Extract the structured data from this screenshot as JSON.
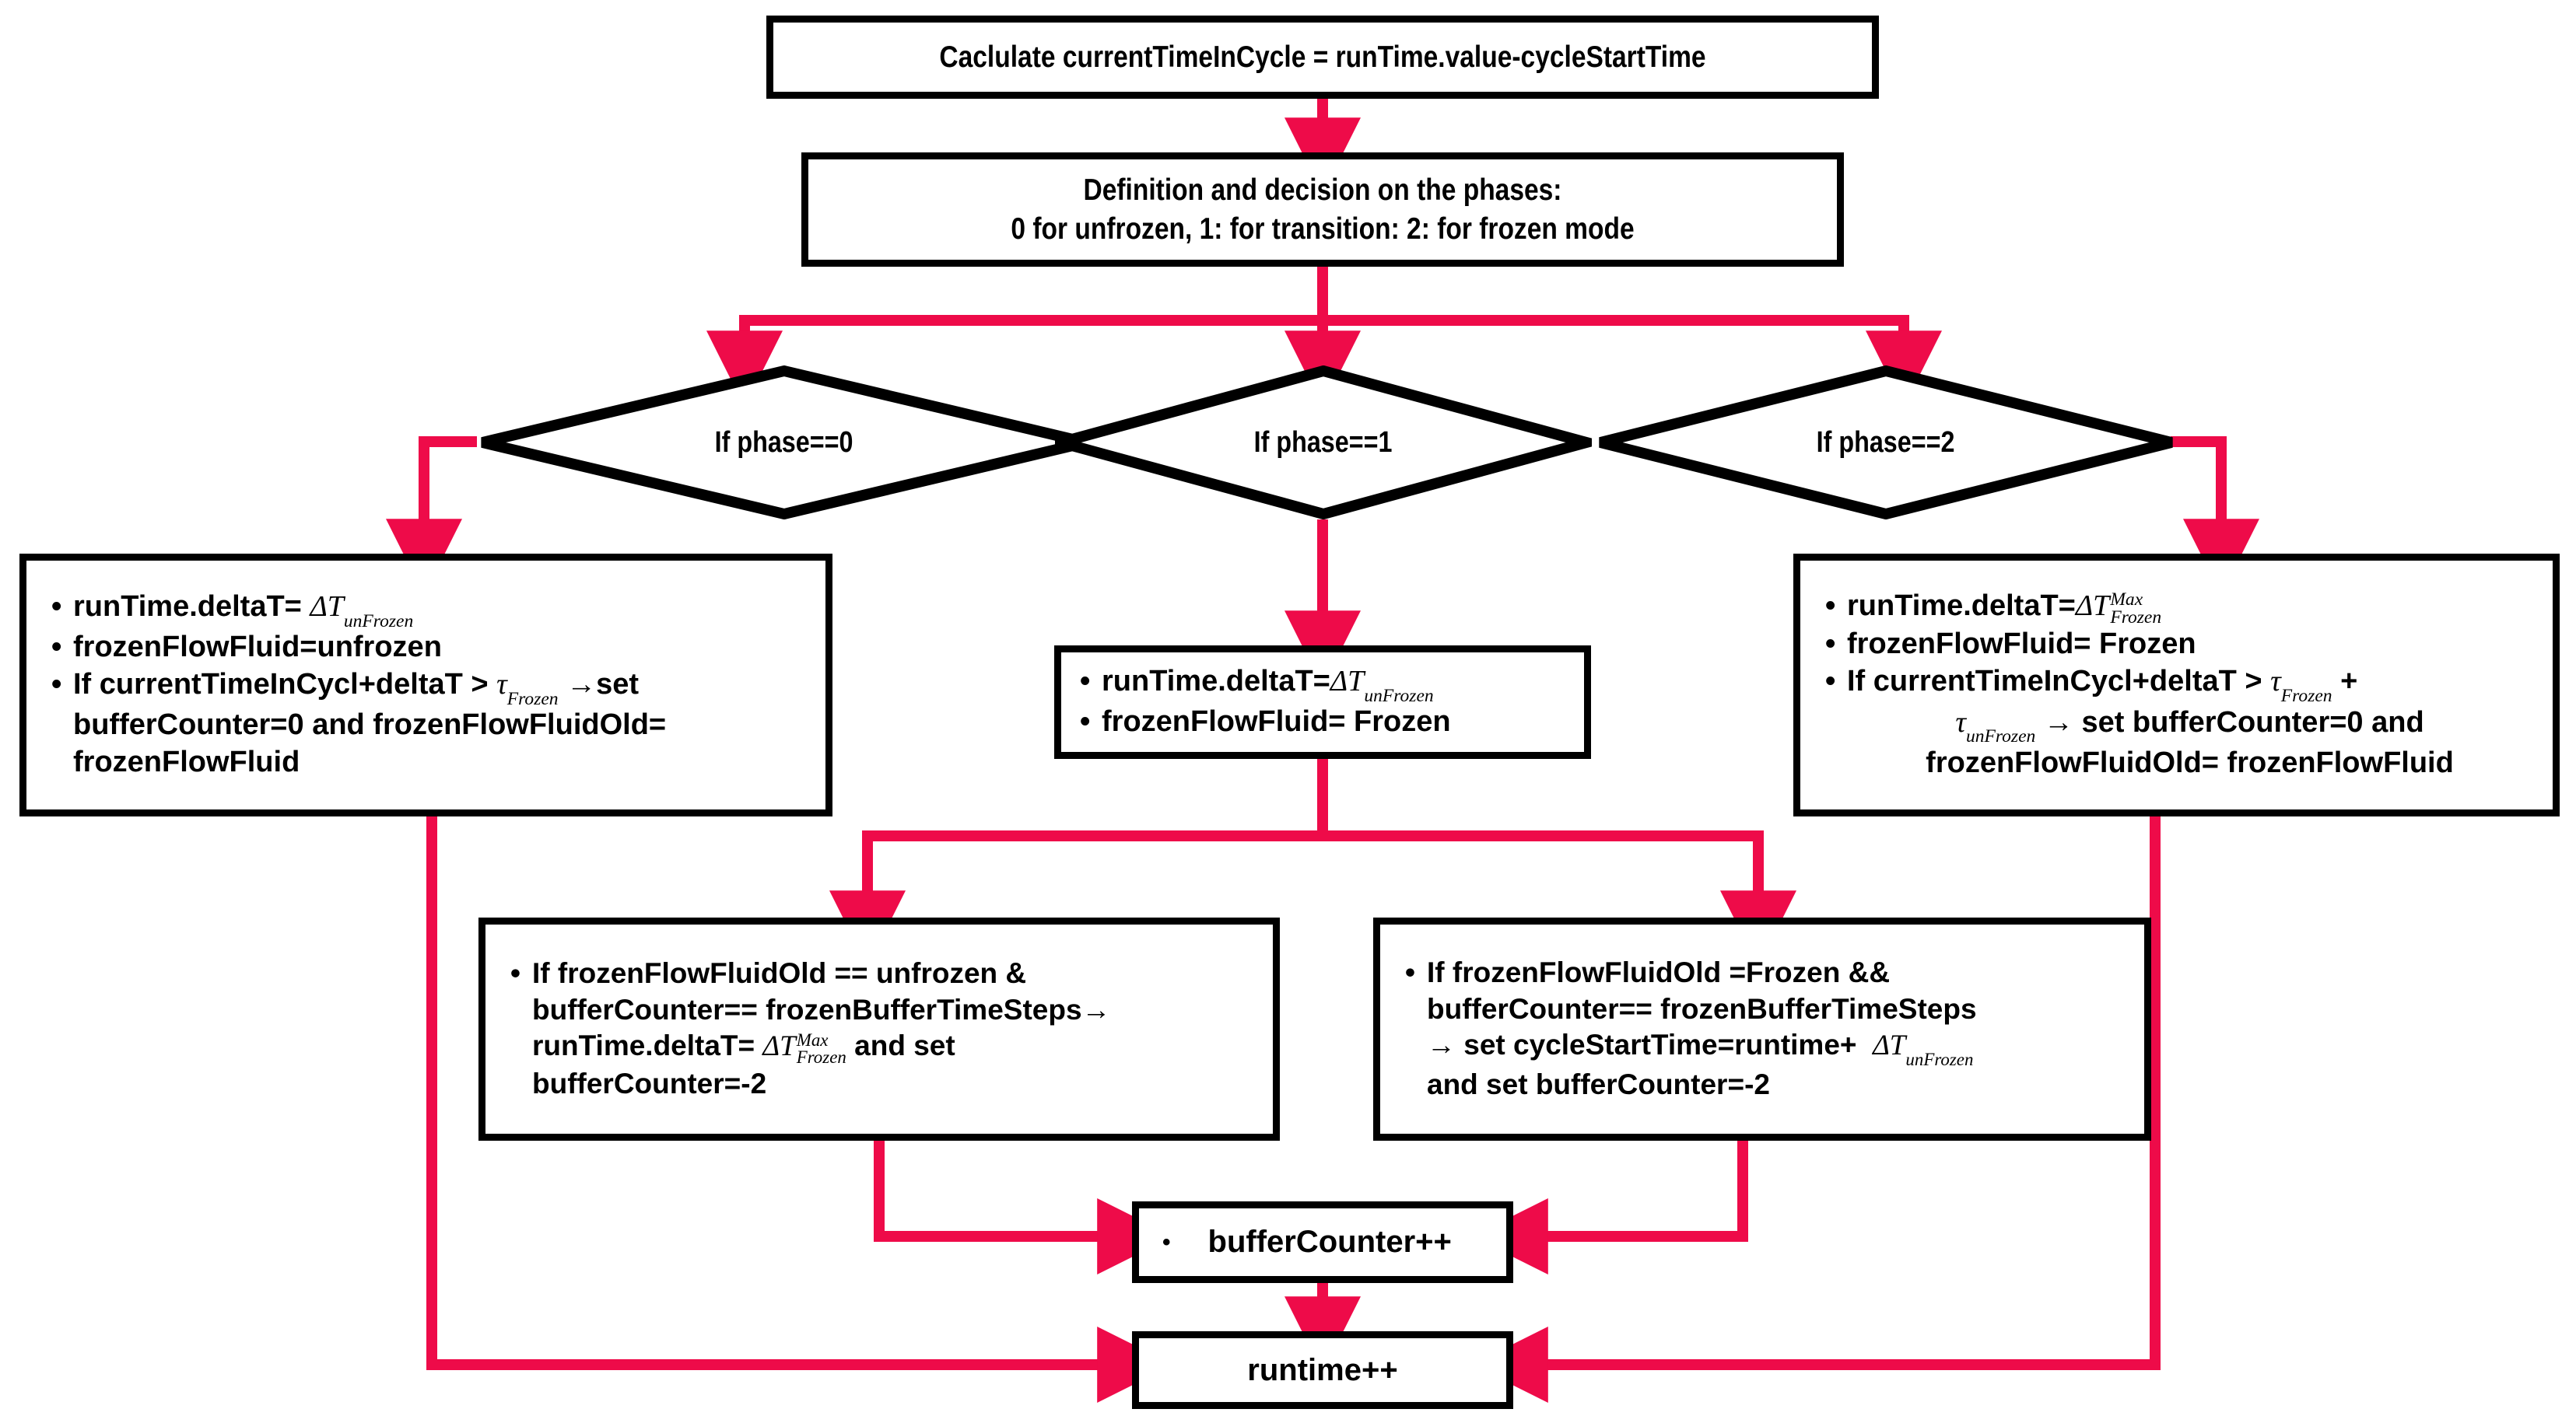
{
  "diagram": {
    "title": "Frozen flow time-stepping control flowchart",
    "colors": {
      "edge": "#EE0B49",
      "node_border": "#000000",
      "node_fill": "#FFFFFF",
      "text": "#000000"
    }
  },
  "nodes": {
    "calculate": {
      "id": "calculate",
      "shape": "process",
      "text": "Caclulate currentTimeInCycle = runTime.value-cycleStartTime"
    },
    "definition": {
      "id": "definition",
      "shape": "process",
      "line1": "Definition and decision on the phases:",
      "line2": "0 for unfrozen, 1: for transition: 2: for frozen mode"
    },
    "decision_phase0": {
      "id": "decision-phase-0",
      "shape": "decision",
      "text": "If phase==0"
    },
    "decision_phase1": {
      "id": "decision-phase-1",
      "shape": "decision",
      "text": "If phase==1"
    },
    "decision_phase2": {
      "id": "decision-phase-2",
      "shape": "decision",
      "text": "If phase==2"
    },
    "unfrozen_actions": {
      "id": "unfrozen-actions",
      "shape": "process",
      "bullets": [
        {
          "lead": "runTime.deltaT= ",
          "math": "ΔT",
          "sub": "unFrozen",
          "tail": ""
        },
        {
          "lead": "frozenFlowFluid=unfrozen",
          "math": "",
          "sub": "",
          "tail": ""
        },
        {
          "lead": "If currentTimeInCycl+deltaT > ",
          "math": "τ",
          "sub": "Frozen",
          "tail": " →set",
          "cont": [
            "bufferCounter=0 and frozenFlowFluidOld=",
            "frozenFlowFluid"
          ]
        }
      ]
    },
    "transition_actions": {
      "id": "transition-actions",
      "shape": "process",
      "bullets": [
        {
          "lead": "runTime.deltaT=",
          "math": "ΔT",
          "sub": "unFrozen",
          "tail": ""
        },
        {
          "lead": "frozenFlowFluid= Frozen",
          "math": "",
          "sub": "",
          "tail": ""
        }
      ]
    },
    "frozen_actions": {
      "id": "frozen-actions",
      "shape": "process",
      "bullets": [
        {
          "lead": "runTime.deltaT=",
          "math": "ΔT",
          "sup": "Max",
          "sub": "Frozen",
          "tail": ""
        },
        {
          "lead": "frozenFlowFluid= Frozen",
          "math": "",
          "sub": "",
          "tail": ""
        },
        {
          "lead": "If currentTimeInCycl+deltaT > ",
          "math": "τ",
          "sub": "Frozen",
          "tail": " +",
          "cont_math": {
            "math": "τ",
            "sub": "unFrozen",
            "tail": " →  set bufferCounter=0 and"
          },
          "cont": [
            "frozenFlowFluidOld= frozenFlowFluid"
          ]
        }
      ]
    },
    "buffer_check_unfrozen": {
      "id": "buffer-check-unfrozen",
      "shape": "process",
      "lines": [
        "If frozenFlowFluidOld == unfrozen &",
        "bufferCounter== frozenBufferTimeSteps→",
        "runTime.deltaT= {MATH} and set",
        "bufferCounter=-2"
      ],
      "math": {
        "base": "ΔT",
        "sup": "Max",
        "sub": "Frozen"
      }
    },
    "buffer_check_frozen": {
      "id": "buffer-check-frozen",
      "shape": "process",
      "lines": [
        "If frozenFlowFluidOld =Frozen &&",
        "bufferCounter== frozenBufferTimeSteps",
        "→ set cycleStartTime=runtime+ {MATH}",
        "and set bufferCounter=-2"
      ],
      "math": {
        "base": "ΔT",
        "sup": "",
        "sub": "unFrozen"
      }
    },
    "buffer_counter": {
      "id": "buffer-counter-increment",
      "shape": "process",
      "bullet": "•",
      "text": "bufferCounter++"
    },
    "runtime": {
      "id": "runtime-increment",
      "shape": "process",
      "text": "runtime++"
    }
  },
  "edges": [
    {
      "from": "calculate",
      "to": "definition",
      "kind": "straight-down"
    },
    {
      "from": "definition",
      "to": "decision_phase0",
      "kind": "split-left"
    },
    {
      "from": "definition",
      "to": "decision_phase1",
      "kind": "straight-down"
    },
    {
      "from": "definition",
      "to": "decision_phase2",
      "kind": "split-right"
    },
    {
      "from": "decision_phase0",
      "to": "unfrozen_actions",
      "kind": "left-then-down"
    },
    {
      "from": "decision_phase1",
      "to": "transition_actions",
      "kind": "straight-down"
    },
    {
      "from": "decision_phase2",
      "to": "frozen_actions",
      "kind": "right-then-down"
    },
    {
      "from": "transition_actions",
      "to": "buffer_check_unfrozen",
      "kind": "split-left"
    },
    {
      "from": "transition_actions",
      "to": "buffer_check_frozen",
      "kind": "split-right"
    },
    {
      "from": "buffer_check_unfrozen",
      "to": "buffer_counter",
      "kind": "down-then-right"
    },
    {
      "from": "buffer_check_frozen",
      "to": "buffer_counter",
      "kind": "down-then-left"
    },
    {
      "from": "buffer_counter",
      "to": "runtime",
      "kind": "straight-down"
    },
    {
      "from": "unfrozen_actions",
      "to": "runtime",
      "kind": "down-then-right"
    },
    {
      "from": "frozen_actions",
      "to": "runtime",
      "kind": "down-then-left"
    }
  ]
}
